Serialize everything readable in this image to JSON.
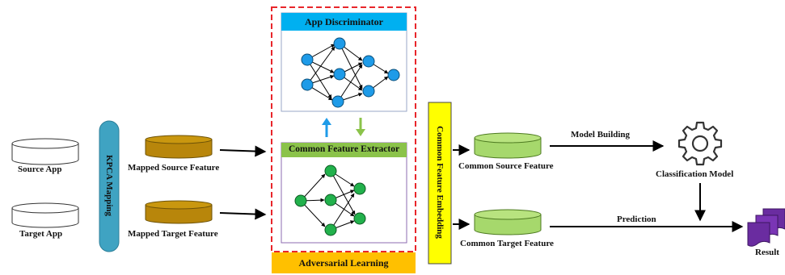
{
  "inputs": {
    "source_app": "Source App",
    "target_app": "Target App"
  },
  "kpca": {
    "label": "KPCA Mapping"
  },
  "mapped": {
    "source": "Mapped Source Feature",
    "target": "Mapped Target Feature"
  },
  "adversarial": {
    "discriminator_title": "App Discriminator",
    "extractor_title": "Common Feature Extractor",
    "footer": "Adversarial  Learning"
  },
  "embedding": {
    "label": "Common Feature Embedding"
  },
  "common": {
    "source": "Common Source Feature",
    "target": "Common Target Feature"
  },
  "model": {
    "building_label": "Model Building",
    "classification_label": "Classification Model",
    "prediction_label": "Prediction",
    "result_label": "Result"
  },
  "colors": {
    "kpca": "#3fa3c2",
    "mapped_db": "#b8860b",
    "common_db": "#a6d86c",
    "discriminator_header": "#00b0f0",
    "extractor_header": "#8bc34a",
    "adversarial_footer": "#ffc000",
    "embedding_bar": "#ffff00",
    "dashed_border": "#e8262b",
    "blue_node": "#1e9be8",
    "green_node": "#22b14c",
    "result_docs": "#6a2ca0"
  }
}
